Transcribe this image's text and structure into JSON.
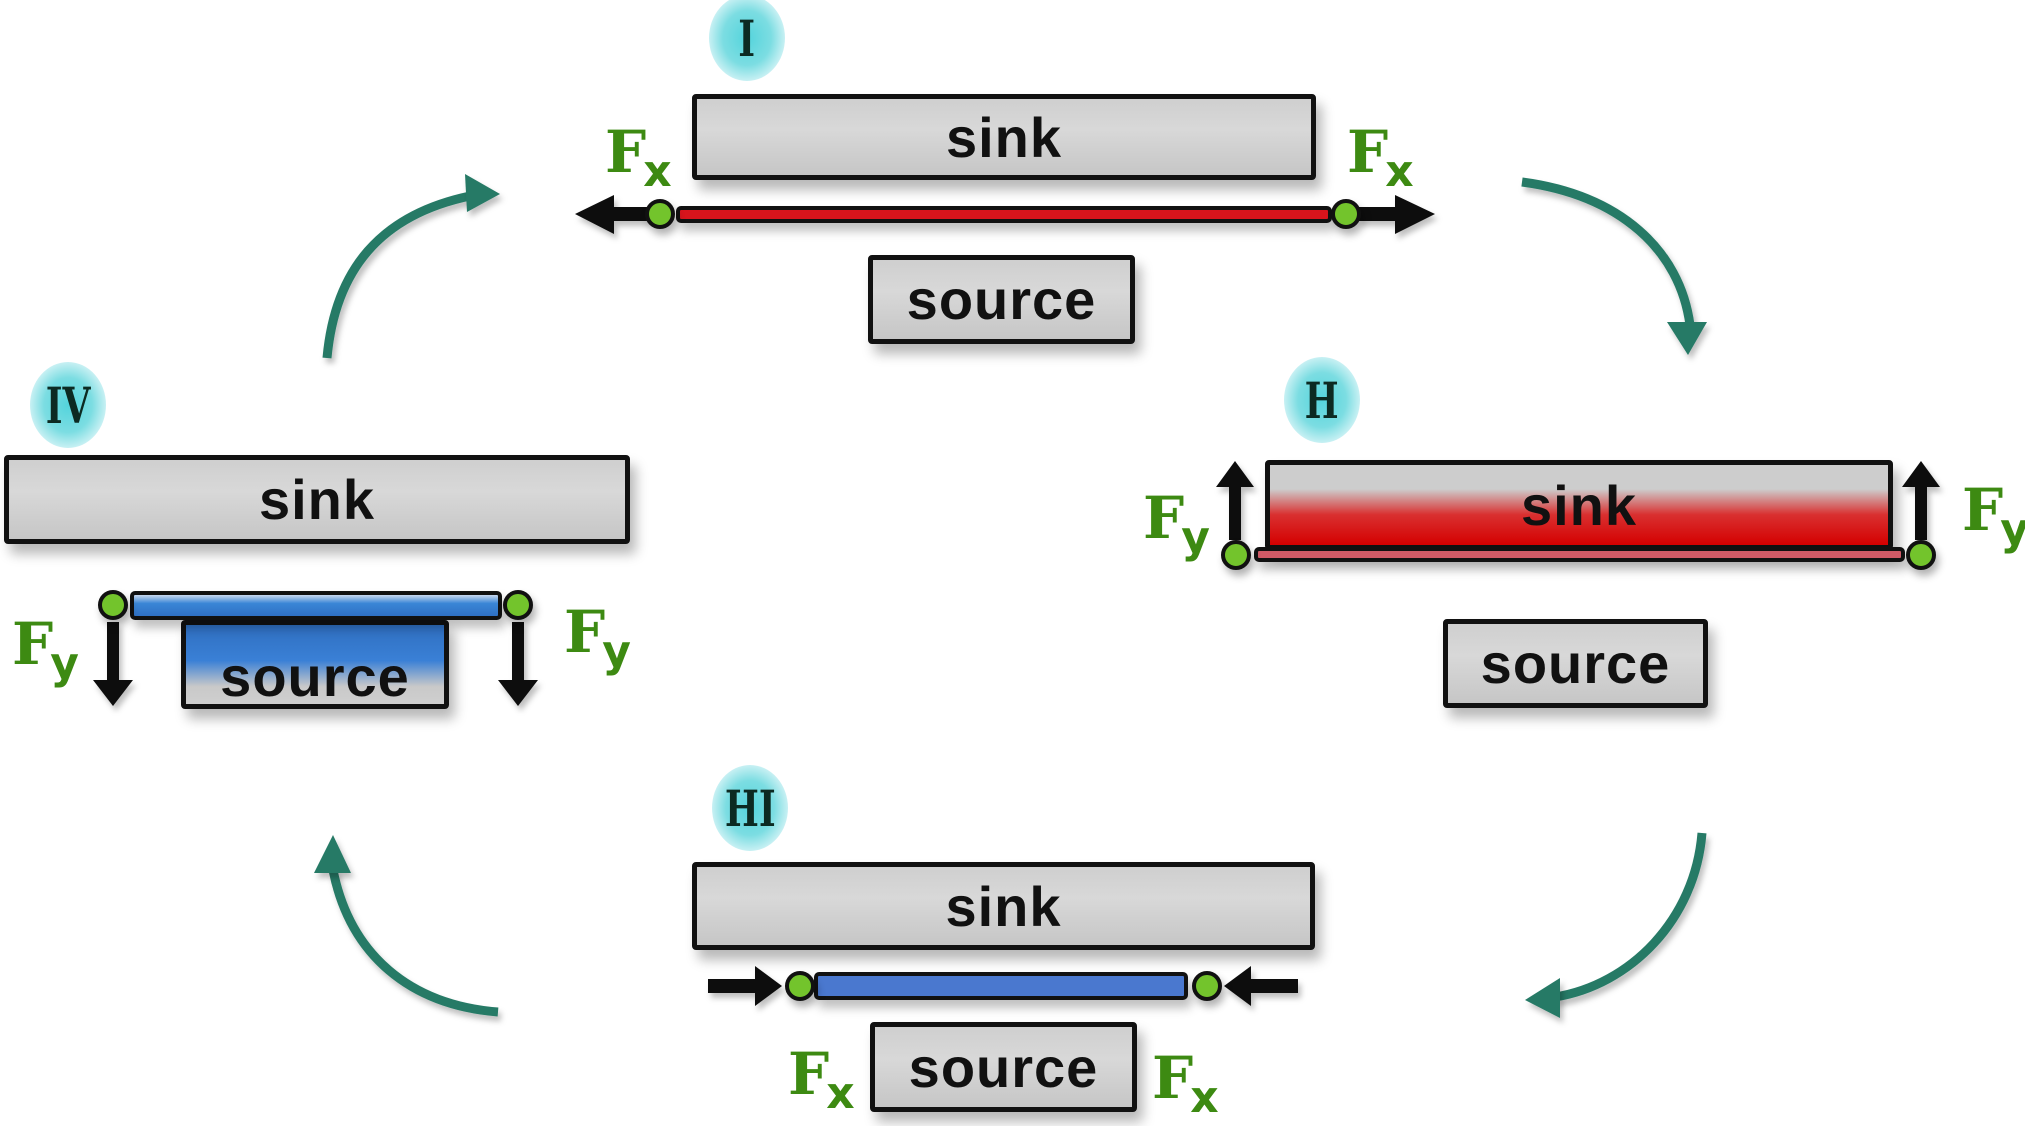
{
  "diagram": {
    "colors": {
      "cycle_arrow": "#267a66",
      "force_label": "#3d8a12",
      "hinge_dot": "#73c42c",
      "hot": "#d40000",
      "cold": "#3a80d6",
      "stage_badge": "#54d4dc"
    },
    "stages": [
      {
        "label": "I",
        "sink": "sink",
        "source": "source",
        "forces": [
          "F",
          "x"
        ],
        "state": "strip stretched (red), pulled outward horizontally"
      },
      {
        "label": "H",
        "sink": "sink",
        "source": "source",
        "forces": [
          "F",
          "y"
        ],
        "state": "strip pressed against sink (sink heated red), pulled upward"
      },
      {
        "label": "HI",
        "sink": "sink",
        "source": "source",
        "forces": [
          "F",
          "x"
        ],
        "state": "strip compressed (blue), pushed inward horizontally"
      },
      {
        "label": "IV",
        "sink": "sink",
        "source": "source",
        "forces": [
          "F",
          "y"
        ],
        "state": "strip pressed against source (source cooled blue), pulled downward"
      }
    ],
    "cycle_arrows": [
      "top-left-to-I",
      "I-to-II",
      "II-to-III",
      "III-to-IV"
    ]
  }
}
